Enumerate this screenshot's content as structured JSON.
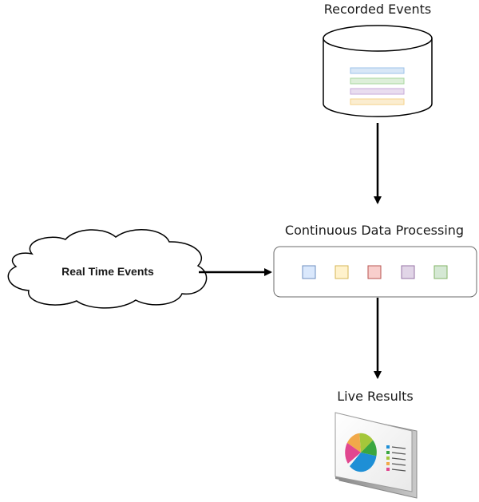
{
  "nodes": {
    "recorded_events": {
      "label": "Recorded Events",
      "row_colors": [
        "#9ec3ea",
        "#a9d7a0",
        "#c7abd8",
        "#f5d28a"
      ]
    },
    "processing": {
      "label": "Continuous Data Processing",
      "square_colors": [
        {
          "fill": "#dae8fc",
          "stroke": "#6c8ebf"
        },
        {
          "fill": "#fff2cc",
          "stroke": "#d6b656"
        },
        {
          "fill": "#f8cecc",
          "stroke": "#b85450"
        },
        {
          "fill": "#e1d5e7",
          "stroke": "#9673a6"
        },
        {
          "fill": "#d5e8d4",
          "stroke": "#82b366"
        }
      ]
    },
    "real_time_events": {
      "label": "Real Time Events"
    },
    "live_results": {
      "label": "Live Results",
      "pie_colors": [
        "#1e8fd6",
        "#3aa640",
        "#a4c73a",
        "#f1a94a",
        "#e1478f"
      ]
    }
  },
  "edges": [
    {
      "from": "recorded_events",
      "to": "processing"
    },
    {
      "from": "real_time_events",
      "to": "processing"
    },
    {
      "from": "processing",
      "to": "live_results"
    }
  ]
}
